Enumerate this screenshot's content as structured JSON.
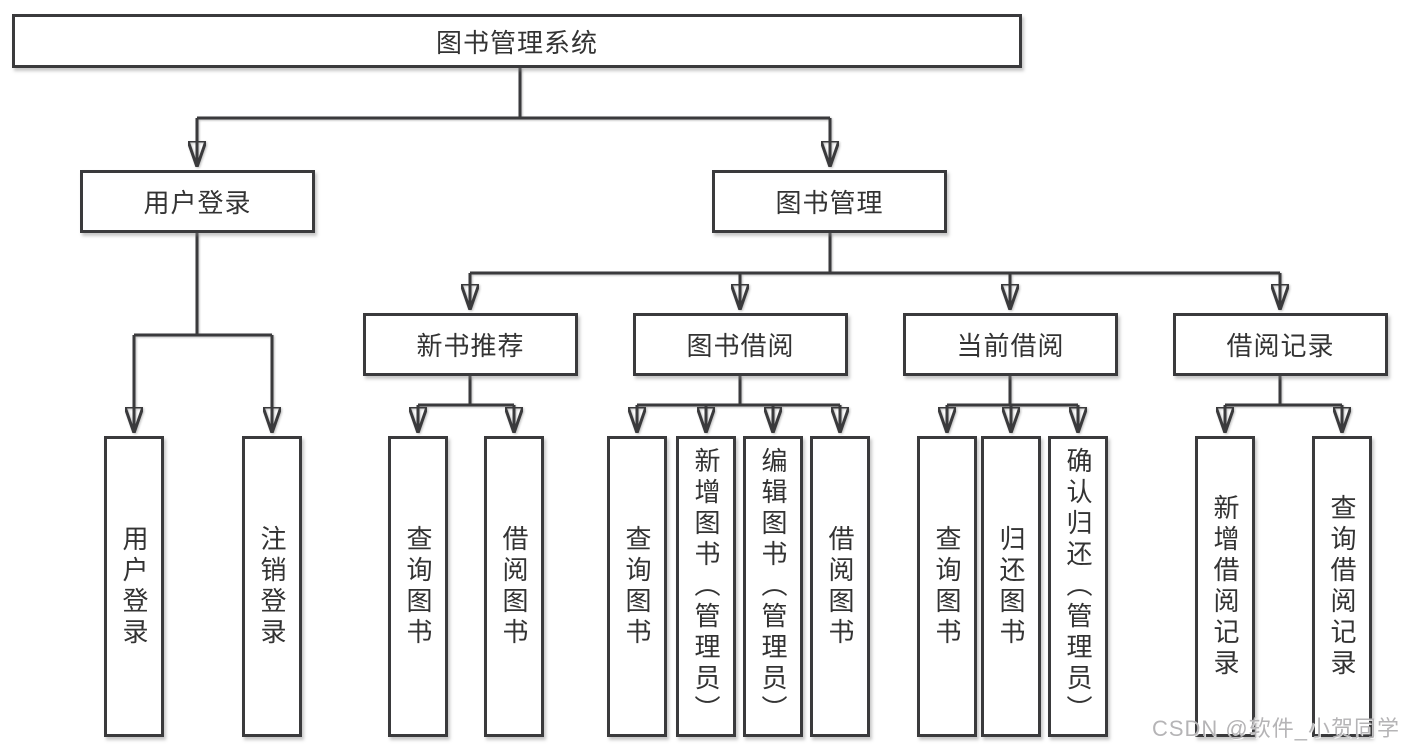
{
  "watermark": "CSDN @软件_小贺同学",
  "colors": {
    "line": "#3a3a3c",
    "border": "#3a3a3c",
    "text": "#333333",
    "box_background": "#ffffff",
    "watermark": "#b5b4b6"
  },
  "nodes": {
    "root": "图书管理系统",
    "userLogin": "用户登录",
    "bookMgmt": "图书管理",
    "newBookRec": "新书推荐",
    "bookBorrow": "图书借阅",
    "currentBorrow": "当前借阅",
    "borrowRecord": "借阅记录",
    "leafUserLogin": "用户登录",
    "leafLogout": "注销登录",
    "leafQueryBookA": "查询图书",
    "leafBorrowBookA": "借阅图书",
    "leafQueryBookB": "查询图书",
    "leafAddBook": "新增图书（管理员）",
    "leafEditBook": "编辑图书（管理员）",
    "leafBorrowBookB": "借阅图书",
    "leafQueryBookC": "查询图书",
    "leafReturnBook": "归还图书",
    "leafConfirmReturn": "确认归还（管理员）",
    "leafAddBorrowRecord": "新增借阅记录",
    "leafQueryBorrowRecord": "查询借阅记录"
  },
  "hierarchy": {
    "图书管理系统": {
      "用户登录": [
        "用户登录",
        "注销登录"
      ],
      "图书管理": {
        "新书推荐": [
          "查询图书",
          "借阅图书"
        ],
        "图书借阅": [
          "查询图书",
          "新增图书（管理员）",
          "编辑图书（管理员）",
          "借阅图书"
        ],
        "当前借阅": [
          "查询图书",
          "归还图书",
          "确认归还（管理员）"
        ],
        "借阅记录": [
          "新增借阅记录",
          "查询借阅记录"
        ]
      }
    }
  }
}
